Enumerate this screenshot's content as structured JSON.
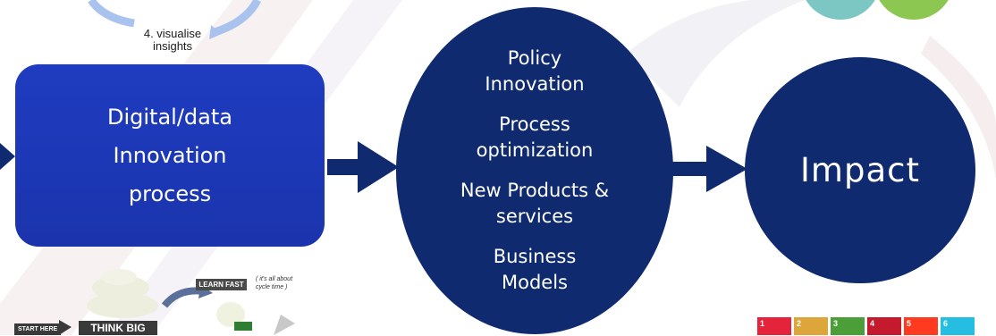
{
  "cycle": {
    "step_label": "4. visualise insights"
  },
  "process_box": {
    "lines": [
      "Digital/data",
      "Innovation",
      "process"
    ]
  },
  "outcomes": {
    "groups": [
      [
        "Policy",
        "Innovation"
      ],
      [
        "Process",
        "optimization"
      ],
      [
        "New Products &",
        "services"
      ],
      [
        "Business",
        "Models"
      ]
    ]
  },
  "impact": {
    "label": "Impact"
  },
  "lean_graphic": {
    "learn_fast": "LEARN FAST",
    "note": "( it's all about cycle time )",
    "start_here": "START HERE",
    "think_big": "THINK BIG"
  },
  "sdg_tiles": [
    {
      "number": "1",
      "color": "#e5243b"
    },
    {
      "number": "2",
      "color": "#dda63a"
    },
    {
      "number": "3",
      "color": "#4c9f38"
    },
    {
      "number": "4",
      "color": "#c5192d"
    },
    {
      "number": "5",
      "color": "#ff3a21"
    },
    {
      "number": "6",
      "color": "#26bde2"
    }
  ],
  "colors": {
    "box": "#1f3cc0",
    "circle": "#0f2a6e",
    "arrow": "#0f2a6e",
    "cycle_arrow": "#a9c2ee",
    "teal_circle": "#7cc6c4",
    "green_circle": "#8cc751"
  }
}
